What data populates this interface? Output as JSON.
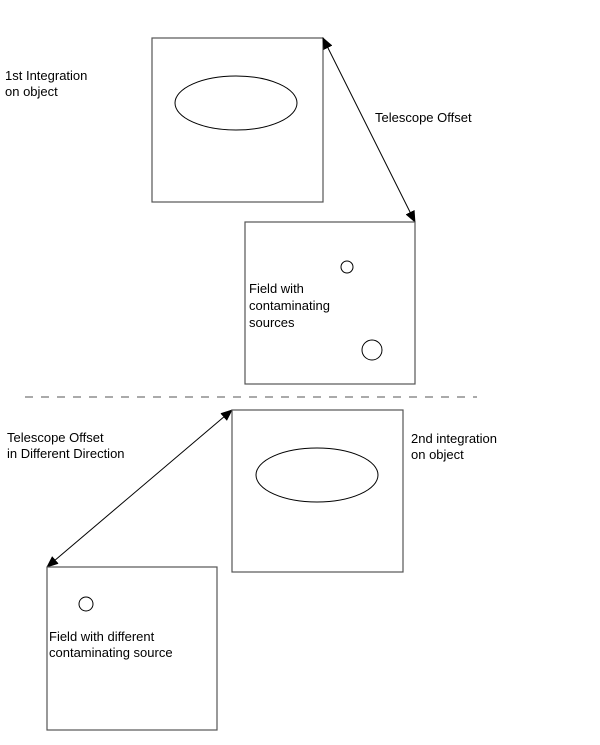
{
  "labels": {
    "first_integration": [
      "1st Integration",
      "on object"
    ],
    "telescope_offset": "Telescope Offset",
    "field_contaminating": [
      "Field with",
      "contaminating",
      "sources"
    ],
    "telescope_offset_different": [
      "Telescope Offset",
      "in Different Direction"
    ],
    "second_integration": [
      "2nd integration",
      "on object"
    ],
    "field_different": [
      "Field with different",
      "contaminating source"
    ]
  }
}
